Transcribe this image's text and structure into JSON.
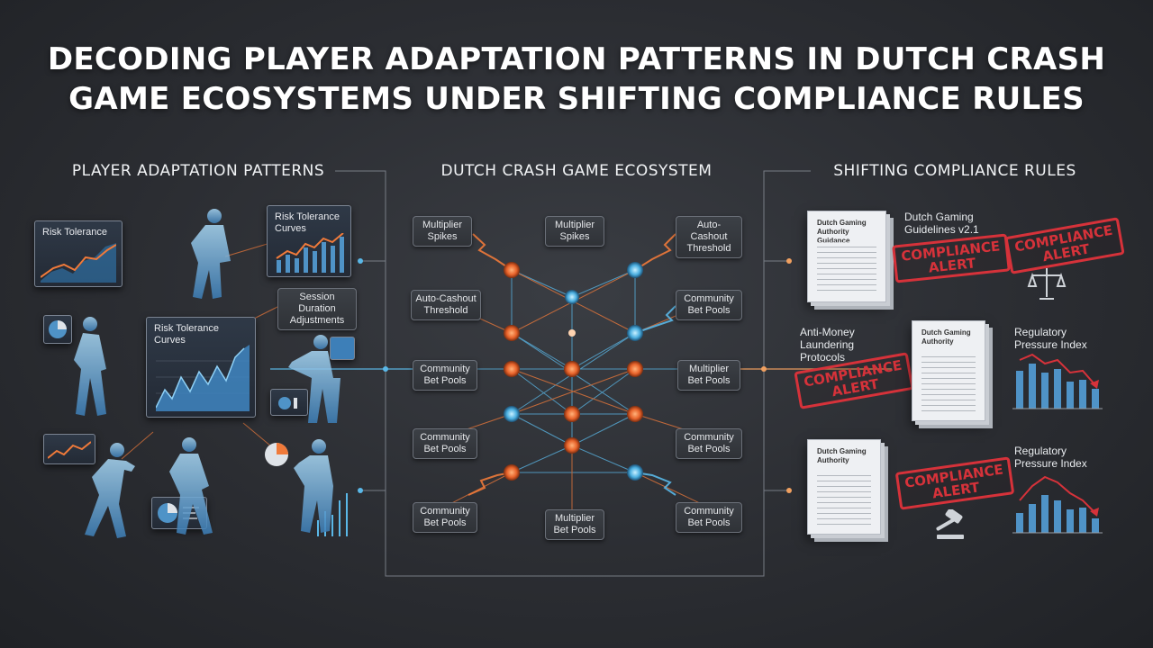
{
  "title": "DECODING PLAYER ADAPTATION PATTERNS IN DUTCH CRASH GAME ECOSYSTEMS UNDER SHIFTING COMPLIANCE RULES",
  "columns": {
    "left": "PLAYER ADAPTATION PATTERNS",
    "center": "DUTCH CRASH GAME ECOSYSTEM",
    "right": "SHIFTING COMPLIANCE RULES"
  },
  "left": {
    "risk_tolerance_small": "Risk Tolerance",
    "risk_tolerance_curves_top": "Risk Tolerance\nCurves",
    "session_duration": "Session Duration\nAdjustments",
    "risk_tolerance_curves_main": "Risk Tolerance\nCurves"
  },
  "center": {
    "chips": [
      "Multiplier\nSpikes",
      "Multiplier\nSpikes",
      "Auto-Cashout\nThreshold",
      "Auto-Cashout\nThreshold",
      "Community\nBet Pools",
      "Community\nBet Pools",
      "Multiplier\nBet Pools",
      "Community\nBet Pools",
      "Community\nBet Pools",
      "Community\nBet Pools",
      "Multiplier\nBet Pools",
      "Community\nBet Pools"
    ]
  },
  "right": {
    "doc_header_1": "Dutch Gaming\nAuthority\nGuidance",
    "guidelines": "Dutch Gaming\nGuidelines v2.1",
    "stamp": "COMPLIANCE\nALERT",
    "aml": "Anti-Money\nLaundering\nProtocols",
    "doc_header_2": "Dutch Gaming\nAuthority",
    "pressure_index": "Regulatory\nPressure Index",
    "doc_header_3": "Dutch Gaming\nAuthority"
  },
  "colors": {
    "accent_blue": "#5ab8e8",
    "accent_orange": "#f07a3a",
    "alert_red": "#d6323a"
  }
}
